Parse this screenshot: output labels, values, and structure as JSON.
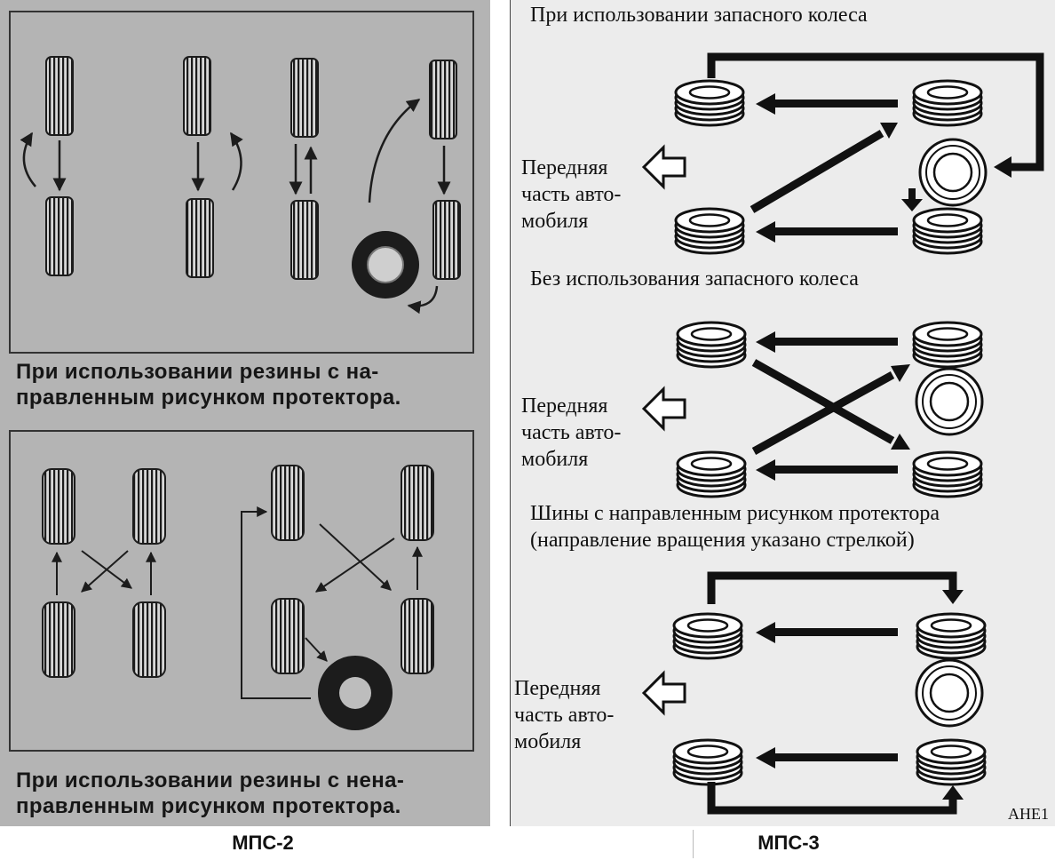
{
  "left": {
    "caption_directional": [
      "При использовании резины с на-",
      "правленным рисунком протектора."
    ],
    "caption_nondirectional": [
      "При использовании резины с нена-",
      "правленным рисунком протектора."
    ],
    "label": "МПС-2"
  },
  "right": {
    "section_with_spare": "При использовании запасного колеса",
    "section_without_spare": "Без использования запасного колеса",
    "section_directional": [
      "Шины с направленным рисунком протектора",
      "(направление вращения указано стрелкой)"
    ],
    "front_label": [
      "Передняя",
      "часть авто-",
      "мобиля"
    ],
    "code": "AHE1",
    "label": "МПС-3"
  },
  "icons": [
    "tire-front-view-icon",
    "tire-side-view-icon",
    "spare-wheel-icon",
    "rotation-arrow-icon",
    "front-direction-arrow-icon"
  ],
  "colors": {
    "left_background": "#b4b4b4",
    "right_background": "#ececec",
    "ink": "#161616"
  }
}
